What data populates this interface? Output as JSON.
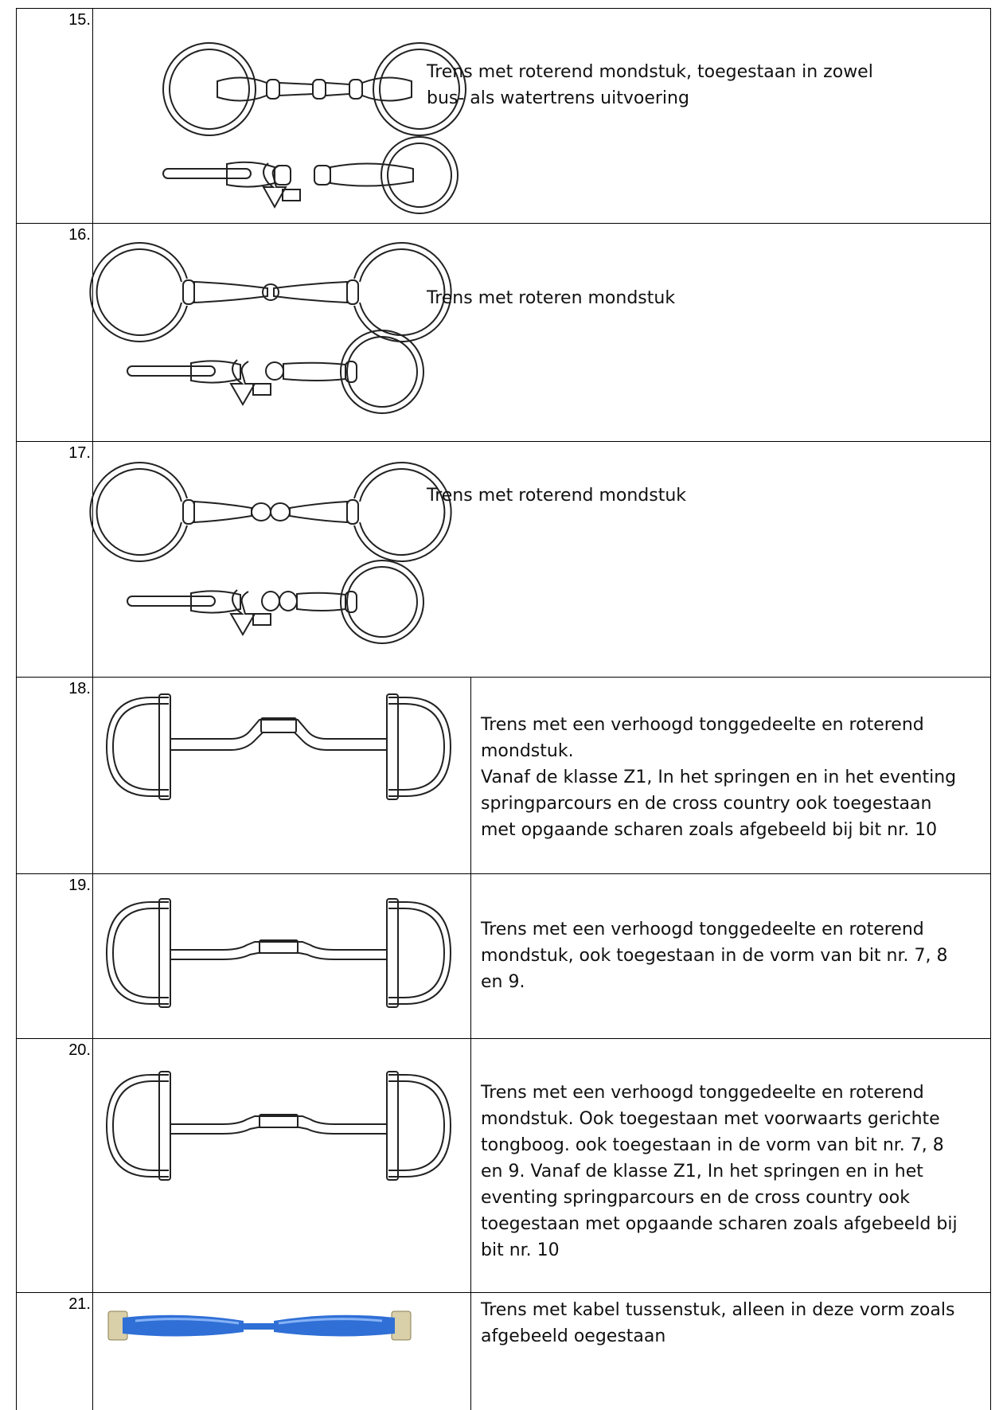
{
  "rows": [
    {
      "number": "15.",
      "lines": [
        "Trens met roterend mondstuk, toegestaan in zowel",
        "bus- als watertrens uitvoering"
      ],
      "bit_type": "loose-ring-bit-two-joints-rotating"
    },
    {
      "number": "16.",
      "lines": [
        "Trens met roteren mondstuk"
      ],
      "bit_type": "eggbutt-bit-single-joint-rotating"
    },
    {
      "number": "17.",
      "lines": [
        "Trens met roterend mondstuk"
      ],
      "bit_type": "eggbutt-bit-double-joint-rotating"
    },
    {
      "number": "18.",
      "lines": [
        "Trens met een verhoogd tonggedeelte en roterend",
        "mondstuk.",
        "Vanaf de klasse Z1, In het springen en in het eventing",
        "springparcours en de cross country ook toegestaan",
        "met opgaande scharen zoals afgebeeld bij bit nr. 10"
      ],
      "bit_type": "dee-ring-port-bit"
    },
    {
      "number": "19.",
      "lines": [
        "Trens met een verhoogd tonggedeelte en roterend",
        "mondstuk, ook toegestaan in de vorm van bit nr. 7, 8",
        "en 9."
      ],
      "bit_type": "dee-ring-port-bit"
    },
    {
      "number": "20.",
      "lines": [
        "Trens met een verhoogd tonggedeelte en roterend",
        "mondstuk. Ook toegestaan met voorwaarts gerichte",
        "tongboog. ook toegestaan in de vorm van bit nr. 7, 8",
        "en 9. Vanaf de klasse Z1, In het springen en in het",
        "eventing springparcours en de cross country ook",
        "toegestaan met opgaande scharen zoals afgebeeld bij",
        "bit nr. 10"
      ],
      "bit_type": "dee-ring-port-bit"
    },
    {
      "number": "21.",
      "lines": [
        "Trens met kabel tussenstuk, alleen in deze vorm zoals",
        "afgebeeld oegestaan"
      ],
      "bit_type": "cable-bit-photo",
      "colors": {
        "bit_blue": "#2f6fd6",
        "cheek_tan": "#d9cfa8"
      }
    }
  ]
}
